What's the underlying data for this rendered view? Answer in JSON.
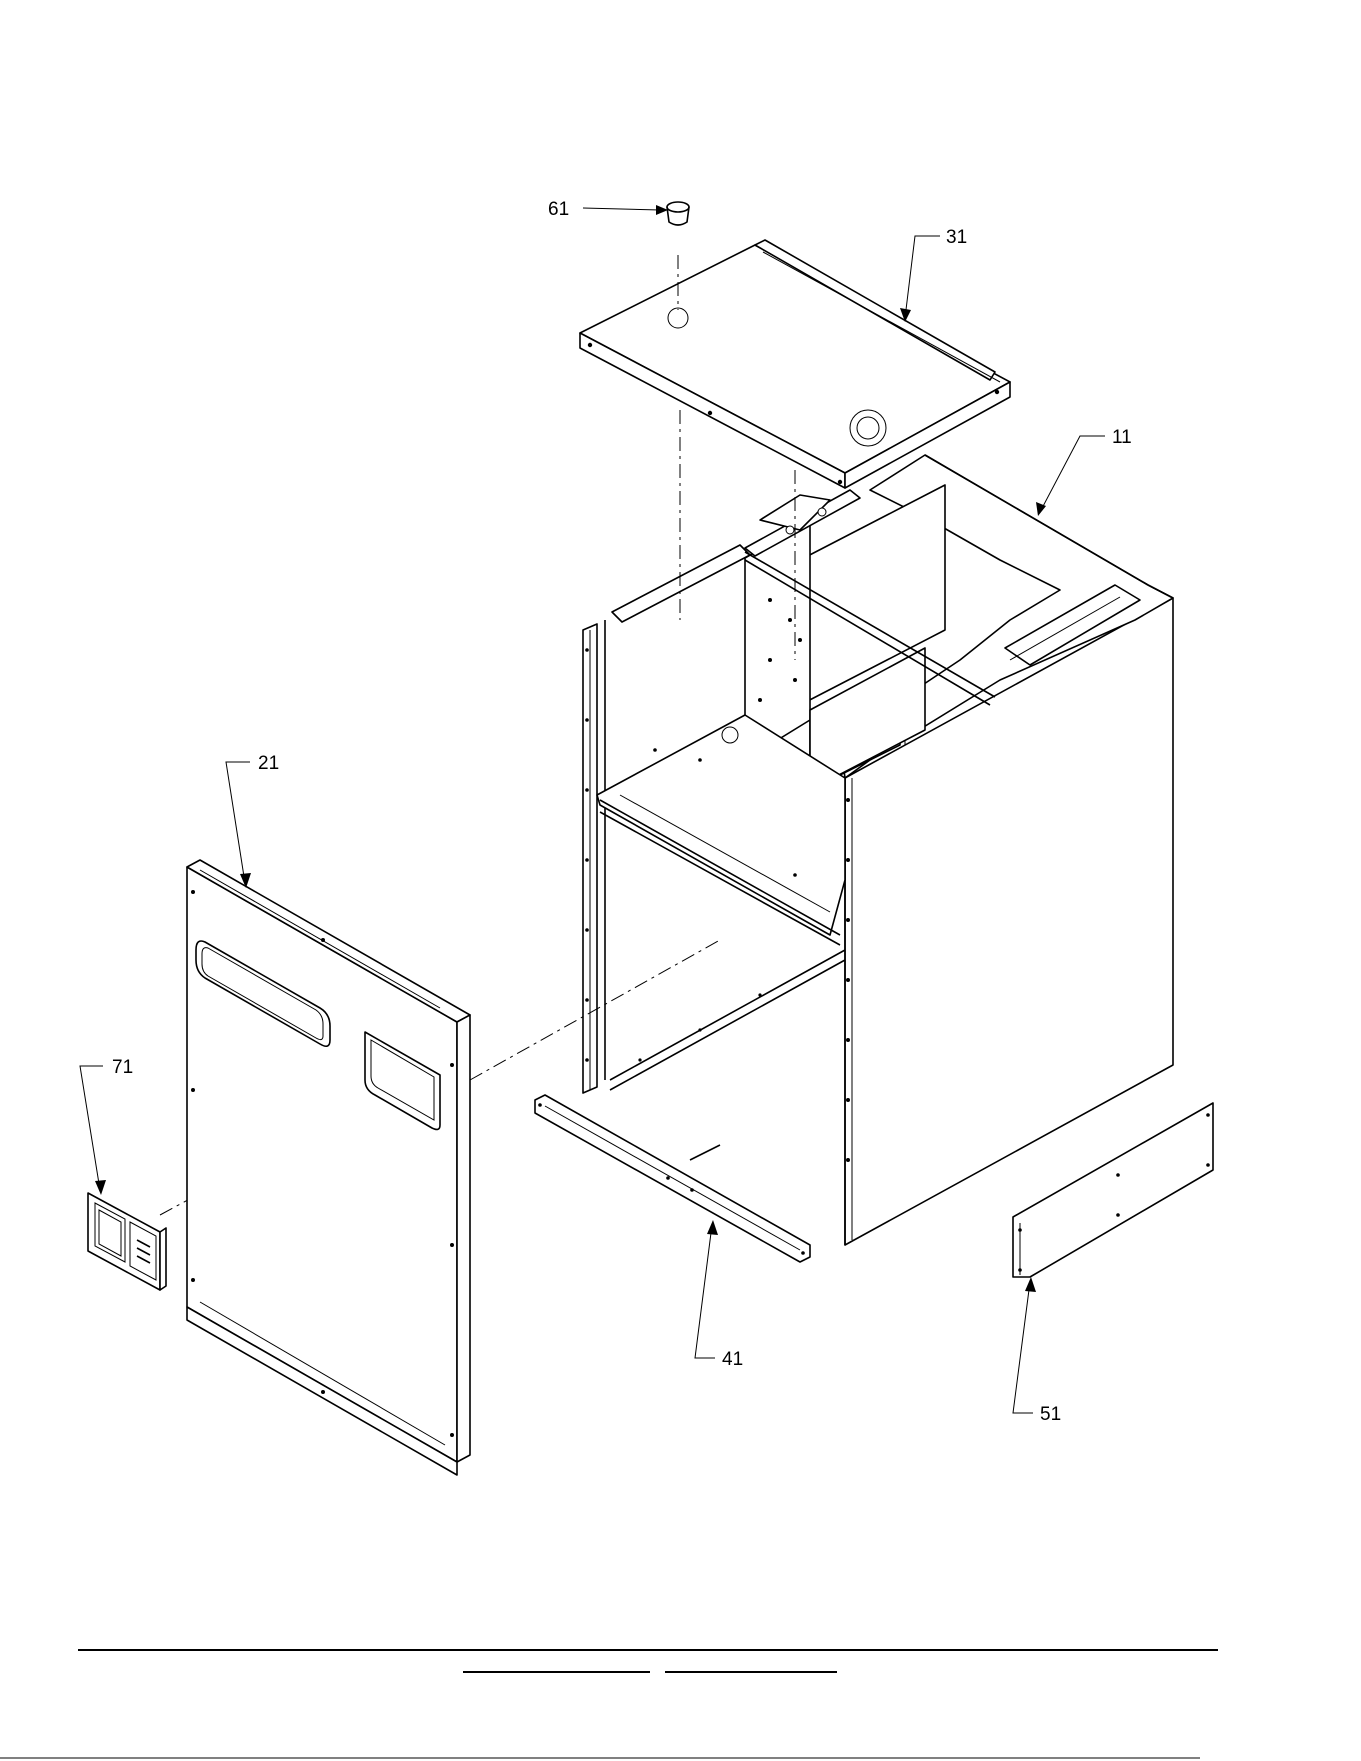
{
  "callouts": {
    "c61": "61",
    "c31": "31",
    "c11": "11",
    "c21": "21",
    "c71": "71",
    "c41": "41",
    "c51": "51"
  }
}
